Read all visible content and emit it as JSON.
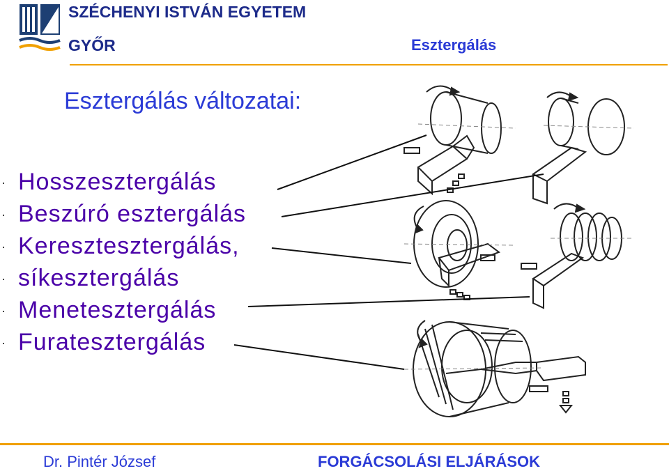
{
  "header": {
    "university": "SZÉCHENYI ISTVÁN EGYETEM",
    "city": "GYŐR",
    "topic": "Esztergálás"
  },
  "slide": {
    "title": "Esztergálás változatai:",
    "items": [
      "Hosszesztergálás",
      "Beszúró esztergálás",
      "Keresztesztergálás,",
      "síkesztergálás",
      "Menetesztergálás",
      "Furatesztergálás"
    ]
  },
  "footer": {
    "author": "Dr. Pintér József",
    "course": "FORGÁCSOLÁSI ELJÁRÁSOK"
  },
  "colors": {
    "title_blue": "#2b3bd6",
    "item_purple": "#4a00a8",
    "accent_orange": "#f0a000",
    "logo_navy": "#1d3f73"
  },
  "icons": {
    "logo": "university-logo",
    "illustration": "turning-operations-diagram"
  }
}
